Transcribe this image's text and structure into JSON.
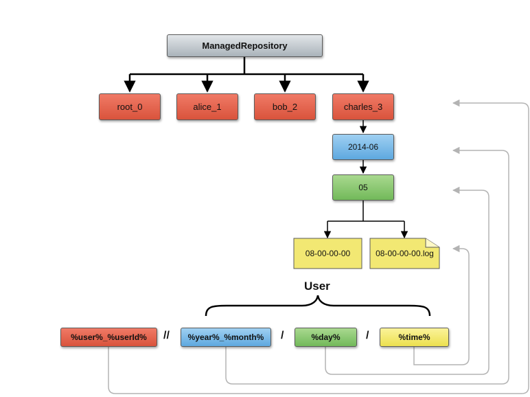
{
  "tree": {
    "root": "ManagedRepository",
    "users": [
      "root_0",
      "alice_1",
      "bob_2",
      "charles_3"
    ],
    "month": "2014-06",
    "day": "05",
    "files": [
      "08-00-00-00",
      "08-00-00-00.log"
    ]
  },
  "template": {
    "label": "User",
    "parts": [
      "%user%_%userId%",
      "%year%_%month%",
      "%day%",
      "%time%"
    ],
    "separators": [
      "//",
      "/",
      "/"
    ]
  },
  "colors": {
    "grey": "#aab3ba",
    "red": "#d9533c",
    "blue": "#5ea8df",
    "green": "#72b95a",
    "yellow": "#ece04f",
    "connector": "#000000",
    "mapping_arrow": "#b3b3b3"
  }
}
